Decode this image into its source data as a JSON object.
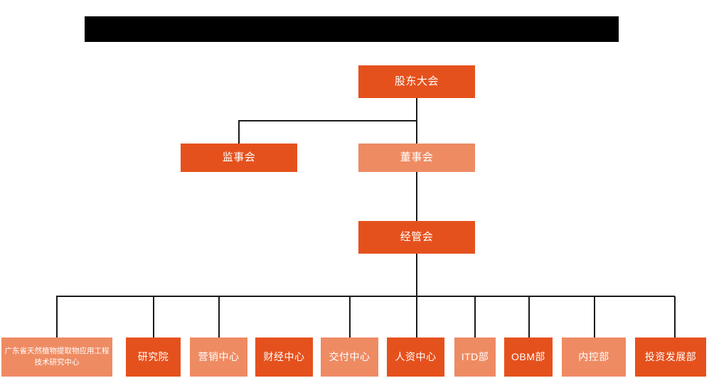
{
  "chart": {
    "type": "org-chart",
    "title_bar": {
      "redacted": true,
      "text": ""
    },
    "colors": {
      "dark_orange": "#E5511D",
      "light_salmon": "#EE8B63",
      "connector": "#1a1a1a",
      "background": "#FFFFFF",
      "redaction": "#000000",
      "text": "#FFFFFF"
    },
    "levels": [
      {
        "level": 1,
        "nodes": [
          {
            "id": "shareholders-meeting",
            "label": "股东大会",
            "tone": "dark"
          }
        ]
      },
      {
        "level": 2,
        "nodes": [
          {
            "id": "board-of-supervisors",
            "label": "监事会",
            "tone": "dark"
          },
          {
            "id": "board-of-directors",
            "label": "董事会",
            "tone": "light"
          }
        ]
      },
      {
        "level": 3,
        "nodes": [
          {
            "id": "management-committee",
            "label": "经管会",
            "tone": "dark"
          }
        ]
      },
      {
        "level": 4,
        "nodes": [
          {
            "id": "guangdong-research-center",
            "label": "广东省天然植物提取物应用工程技术研究中心",
            "tone": "light"
          },
          {
            "id": "research-institute",
            "label": "研究院",
            "tone": "dark"
          },
          {
            "id": "marketing-center",
            "label": "营销中心",
            "tone": "light"
          },
          {
            "id": "finance-center",
            "label": "财经中心",
            "tone": "dark"
          },
          {
            "id": "delivery-center",
            "label": "交付中心",
            "tone": "light"
          },
          {
            "id": "hr-center",
            "label": "人资中心",
            "tone": "dark"
          },
          {
            "id": "itd-department",
            "label": "ITD部",
            "tone": "light"
          },
          {
            "id": "obm-department",
            "label": "OBM部",
            "tone": "dark"
          },
          {
            "id": "internal-control-department",
            "label": "内控部",
            "tone": "light"
          },
          {
            "id": "investment-development-department",
            "label": "投资发展部",
            "tone": "dark"
          }
        ]
      }
    ]
  }
}
